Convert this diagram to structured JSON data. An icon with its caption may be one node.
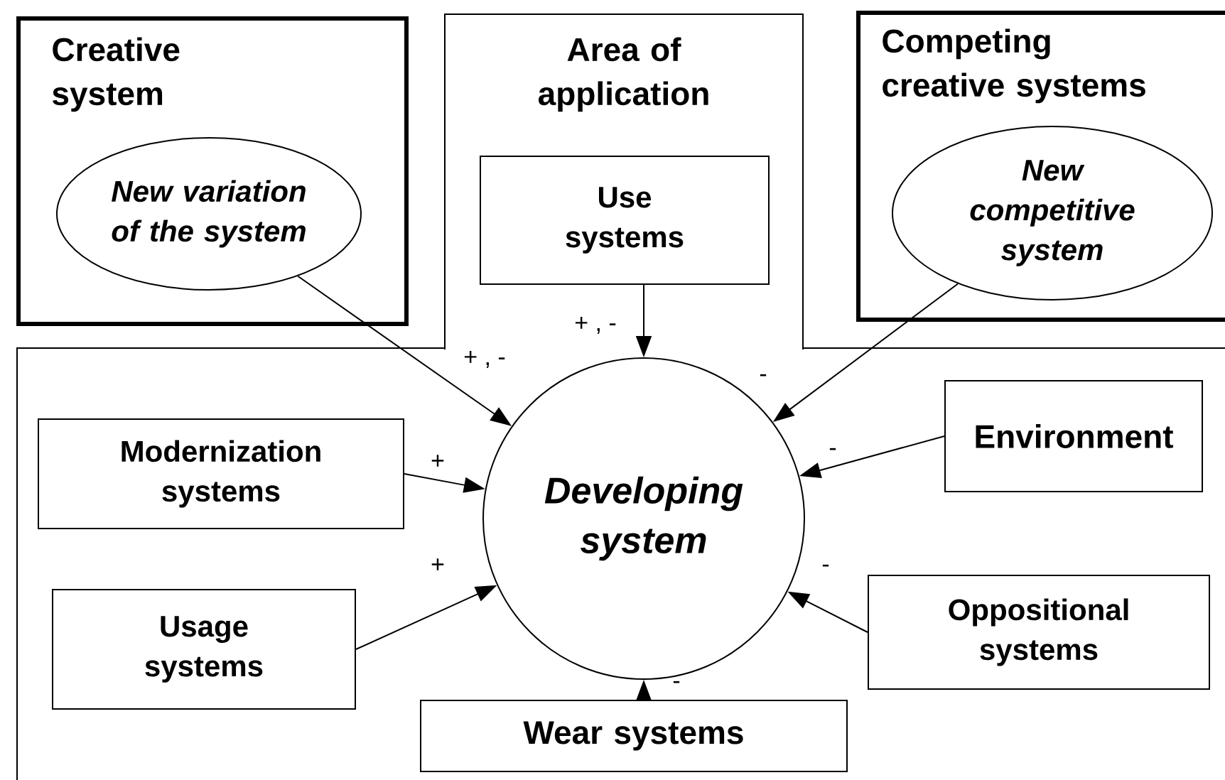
{
  "diagram": {
    "nodes": [
      {
        "text": [
          "Creative system"
        ]
      },
      {
        "text": [
          "New variation of the system"
        ],
        "in": 0
      },
      {
        "text": [
          "Area of application"
        ]
      },
      {
        "text": [
          "Use systems"
        ],
        "in": 2
      },
      {
        "text": [
          "Competing creative systems"
        ]
      },
      {
        "text": [
          "New competitive system"
        ],
        "in": 4
      },
      {
        "text": [],
        "shape": "box"
      },
      {
        "text": [
          "Modernization systems"
        ],
        "in": 6
      },
      {
        "text": [
          "Developing system"
        ],
        "in": 6
      },
      {
        "text": [
          "Environment"
        ],
        "in": 6
      },
      {
        "text": [
          "Usage systems"
        ],
        "in": 6
      },
      {
        "text": [
          "Oppositional systems"
        ],
        "in": 6
      },
      {
        "text": [
          "Wear systems"
        ],
        "in": 6
      }
    ],
    "edges": [
      {
        "from": 1,
        "to": 8,
        "arrow": "to",
        "label": "+ , -"
      },
      {
        "from": 3,
        "to": 8,
        "arrow": "to",
        "label": "+ , -"
      },
      {
        "from": 5,
        "to": 8,
        "arrow": "to",
        "label": "-"
      },
      {
        "from": 7,
        "to": 8,
        "arrow": "to",
        "label": "+"
      },
      {
        "from": 9,
        "to": 8,
        "arrow": "to",
        "label": "-"
      },
      {
        "from": 10,
        "to": 8,
        "arrow": "to",
        "label": "+"
      },
      {
        "from": 11,
        "to": 8,
        "arrow": "to",
        "label": "-"
      },
      {
        "from": 12,
        "to": 8,
        "arrow": "to",
        "label": "-"
      }
    ]
  }
}
